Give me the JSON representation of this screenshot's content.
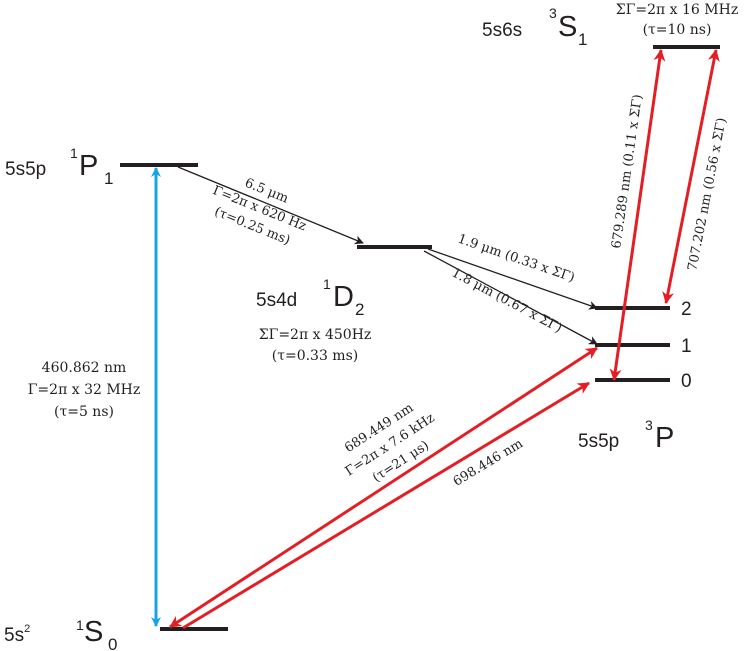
{
  "levels": {
    "s0": {
      "config": "5s",
      "config_sup": "2",
      "sup": "1",
      "main": "S",
      "sub": "0"
    },
    "p1": {
      "config": "5s5p",
      "sup": "1",
      "main": "P",
      "sub": "1"
    },
    "d2": {
      "config": "5s4d",
      "sup": "1",
      "main": "D",
      "sub": "2"
    },
    "s1": {
      "config": "5s6s",
      "sup": "3",
      "main": "S",
      "sub": "1"
    },
    "p3": {
      "config": "5s5p",
      "sup": "3",
      "main": "P",
      "j_labels": [
        "2",
        "1",
        "0"
      ]
    }
  },
  "annotations": {
    "d2_width": "ΣΓ=2π x 450Hz",
    "d2_tau": "(τ=0.33 ms)",
    "s1_width": "ΣΓ=2π x 16 MHz",
    "s1_tau": "(τ=10 ns)"
  },
  "transitions": {
    "blue": {
      "wavelength": "460.862 nm",
      "width": "Γ=2π x 32 MHz",
      "tau": "(τ=5 ns)",
      "color": "#1aa3e3"
    },
    "ir1": {
      "wavelength": "6.5 μm",
      "width": "Γ=2π x 620 Hz",
      "tau": "(τ=0.25 ms)",
      "color": "#231f20"
    },
    "ir2": {
      "text": "1.9 μm (0.33 x ΣΓ)"
    },
    "ir3": {
      "text": "1.8 μm (0.67 x ΣΓ)"
    },
    "red689": {
      "wavelength": "689.449 nm",
      "width": "Γ=2π x 7.6 kHz",
      "tau": "(τ=21 μs)",
      "color": "#e31e24"
    },
    "clock": {
      "wavelength": "698.446 nm"
    },
    "rep679": {
      "text": "679.289 nm (0.11 x ΣΓ)"
    },
    "rep707": {
      "text": "707.202 nm (0.56 x ΣΓ)"
    }
  }
}
